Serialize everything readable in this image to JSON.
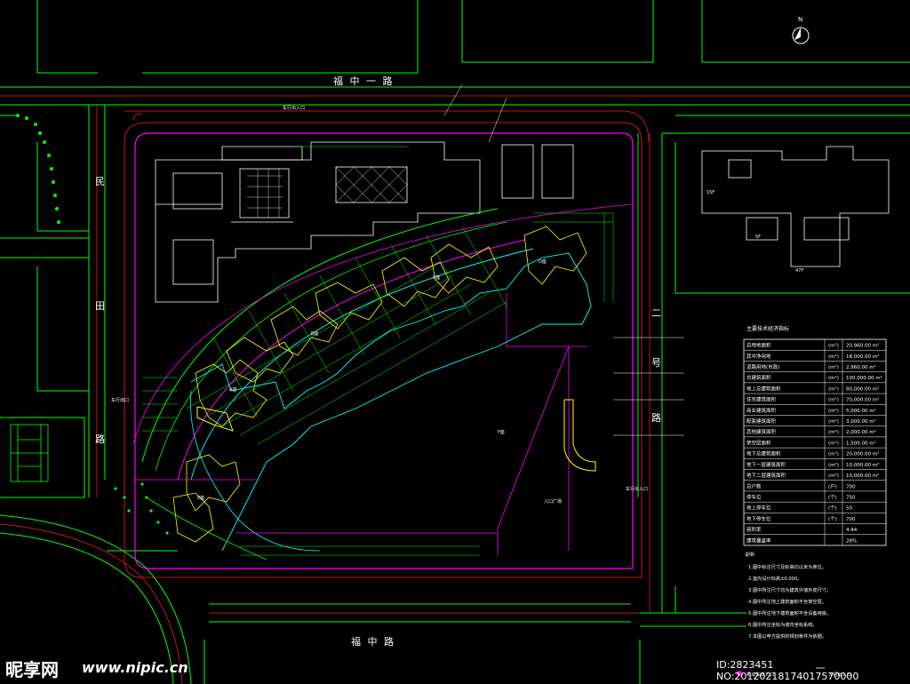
{
  "roads": {
    "north": "福 中 一 路",
    "south": "福 中 路",
    "west_top": "民",
    "west_mid": "田",
    "west_low": "路",
    "east_top": "二",
    "east_mid": "号",
    "east_low": "路"
  },
  "north_label": "N",
  "labels": {
    "north_entrance": "车行出入口",
    "east_entrance": "车行出入口",
    "west_entrance": "车行出口",
    "plaza": "入口广场",
    "bldg_a": "A座",
    "bldg_b": "B座",
    "bldg_c": "C座",
    "bldg_d": "D座",
    "bldg_e": "E座",
    "bldg_f": "F座",
    "neighbor_a": "15F",
    "neighbor_b": "5F",
    "neighbor_c": "47F"
  },
  "stats_table": {
    "title": "主要技术经济指标",
    "rows": [
      {
        "label": "总用地面积",
        "unit": "(m²)",
        "value": "20,960.00 m²"
      },
      {
        "label": "其中净用地",
        "unit": "(m²)",
        "value": "18,000.00 m²"
      },
      {
        "label": "道路用地(市政)",
        "unit": "(m²)",
        "value": "2,960.00 m²"
      },
      {
        "label": "总建筑面积",
        "unit": "(m²)",
        "value": "100,000.00 m²"
      },
      {
        "label": "地上总建筑面积",
        "unit": "(m²)",
        "value": "80,000.00 m²"
      },
      {
        "label": "住宅建筑面积",
        "unit": "(m²)",
        "value": "70,000.00 m²"
      },
      {
        "label": "商业建筑面积",
        "unit": "(m²)",
        "value": "5,000.00 m²"
      },
      {
        "label": "配套建筑面积",
        "unit": "(m²)",
        "value": "3,000.00 m²"
      },
      {
        "label": "其他建筑面积",
        "unit": "(m²)",
        "value": "2,000.00 m²"
      },
      {
        "label": "架空层面积",
        "unit": "(m²)",
        "value": "1,500.00 m²"
      },
      {
        "label": "地下总建筑面积",
        "unit": "(m²)",
        "value": "20,000.00 m²"
      },
      {
        "label": "地下一层建筑面积",
        "unit": "(m²)",
        "value": "10,000.00 m²"
      },
      {
        "label": "地下二层建筑面积",
        "unit": "(m²)",
        "value": "10,000.00 m²"
      },
      {
        "label": "总户数",
        "unit": "(户)",
        "value": "700"
      },
      {
        "label": "停车位",
        "unit": "(个)",
        "value": "750"
      },
      {
        "label": "地上停车位",
        "unit": "(个)",
        "value": "50"
      },
      {
        "label": "地下停车位",
        "unit": "(个)",
        "value": "700"
      },
      {
        "label": "容积率",
        "unit": "",
        "value": "4.44"
      },
      {
        "label": "建筑覆盖率",
        "unit": "",
        "value": "28%"
      }
    ]
  },
  "notes": {
    "title": "说明:",
    "items": [
      "1.图中标注尺寸及标高均以米为单位。",
      "2.室内设计标高±0.000。",
      "3.图中所注尺寸均为建筑外墙外皮尺寸。",
      "4.图中所注地上建筑面积不含架空层。",
      "5.图中所注地下建筑面积不含设备用房。",
      "6.图中所注坐标为城市坐标系统。",
      "7.本图以甲方提供的规划条件为依据。"
    ]
  },
  "legend": {
    "item1": "机动车出入口",
    "item2": "人行出入口"
  },
  "watermark": {
    "brand": "昵享网",
    "url": "www.nipic.cn",
    "id": "ID:2823451 NO:20120218174017570000"
  },
  "colors": {
    "bg": "#000000",
    "green": "#00ff00",
    "white": "#ffffff",
    "magenta": "#ff00ff",
    "red": "#ff2020",
    "cyan": "#00ffff",
    "yellow": "#ffff00",
    "blue": "#3030ff"
  }
}
